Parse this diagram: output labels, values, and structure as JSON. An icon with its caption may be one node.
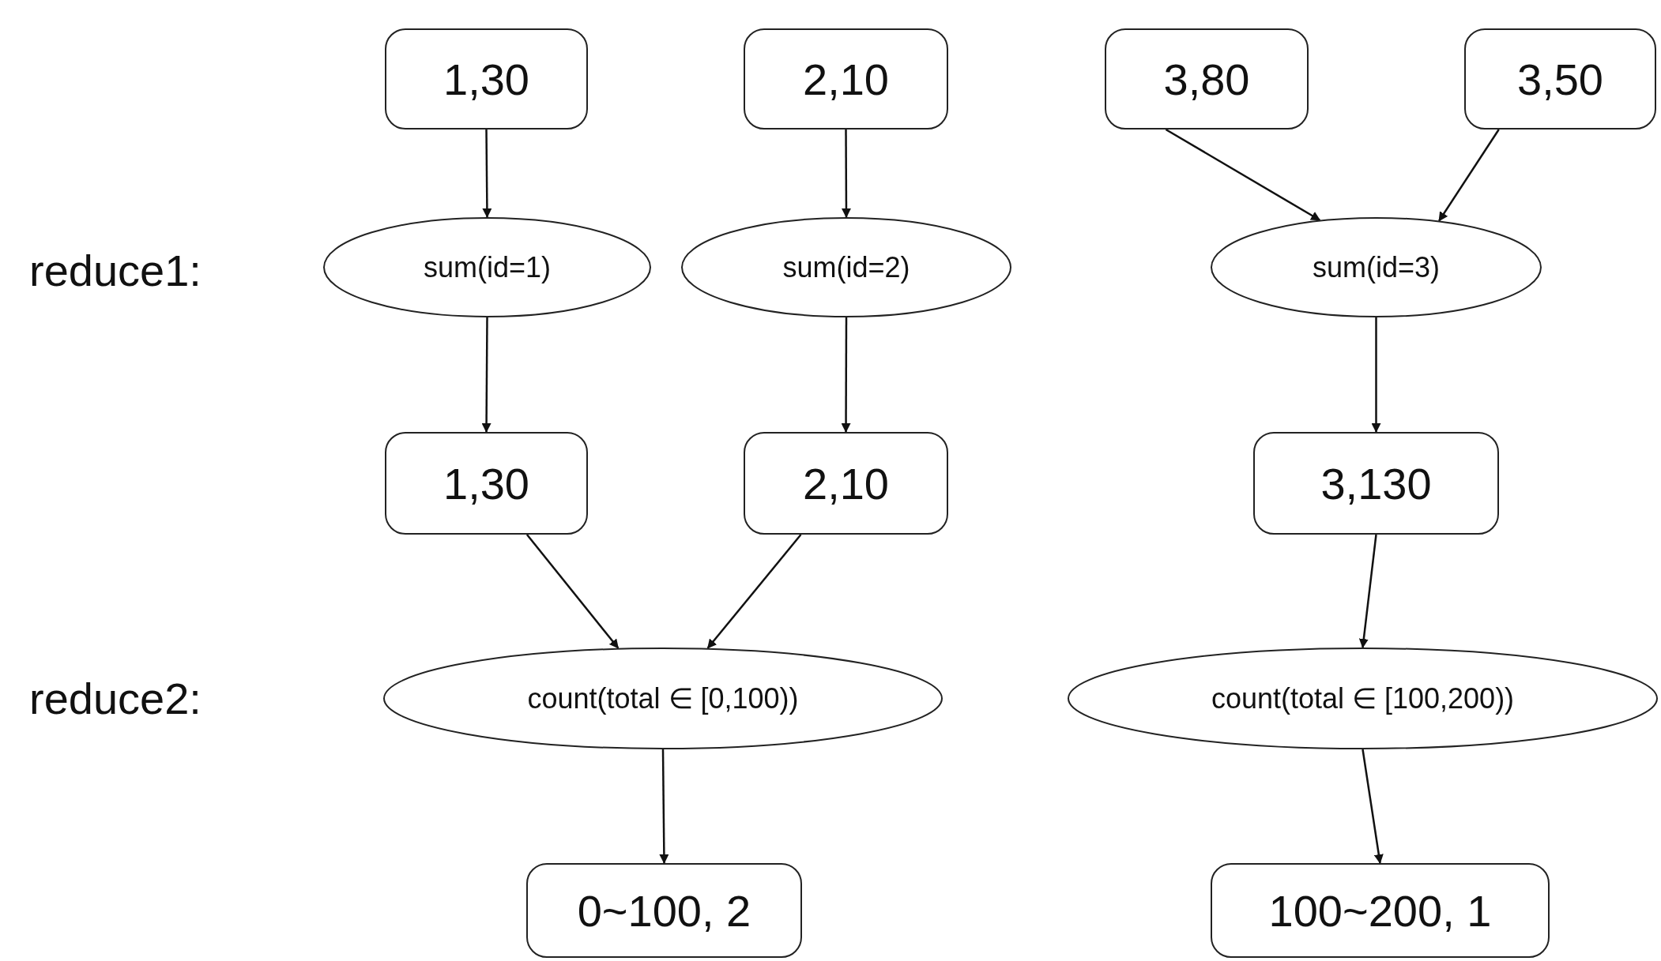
{
  "diagram": {
    "nodes": [
      {
        "text": [
          "1,30"
        ]
      },
      {
        "text": [
          "2,10"
        ]
      },
      {
        "text": [
          "3,80"
        ]
      },
      {
        "text": [
          "3,50"
        ]
      },
      {
        "text": [
          "sum(id=1)"
        ]
      },
      {
        "text": [
          "sum(id=2)"
        ]
      },
      {
        "text": [
          "sum(id=3)"
        ]
      },
      {
        "text": [
          "1,30"
        ]
      },
      {
        "text": [
          "2,10"
        ]
      },
      {
        "text": [
          "3,130"
        ]
      },
      {
        "text": [
          "count(total ∈ [0,100))"
        ]
      },
      {
        "text": [
          "count(total ∈ [100,200))"
        ]
      },
      {
        "text": [
          "0~100, 2"
        ]
      },
      {
        "text": [
          "100~200, 1"
        ]
      }
    ],
    "edges": [
      {
        "from": 0,
        "to": 4,
        "arrow": "to"
      },
      {
        "from": 1,
        "to": 5,
        "arrow": "to"
      },
      {
        "from": 2,
        "to": 6,
        "arrow": "to"
      },
      {
        "from": 3,
        "to": 6,
        "arrow": "to"
      },
      {
        "from": 4,
        "to": 7,
        "arrow": "to"
      },
      {
        "from": 5,
        "to": 8,
        "arrow": "to"
      },
      {
        "from": 6,
        "to": 9,
        "arrow": "to"
      },
      {
        "from": 7,
        "to": 10,
        "arrow": "to"
      },
      {
        "from": 8,
        "to": 10,
        "arrow": "to"
      },
      {
        "from": 9,
        "to": 11,
        "arrow": "to"
      },
      {
        "from": 10,
        "to": 12,
        "arrow": "to"
      },
      {
        "from": 11,
        "to": 13,
        "arrow": "to"
      }
    ],
    "labels": [
      "reduce1:",
      "reduce2:"
    ]
  }
}
